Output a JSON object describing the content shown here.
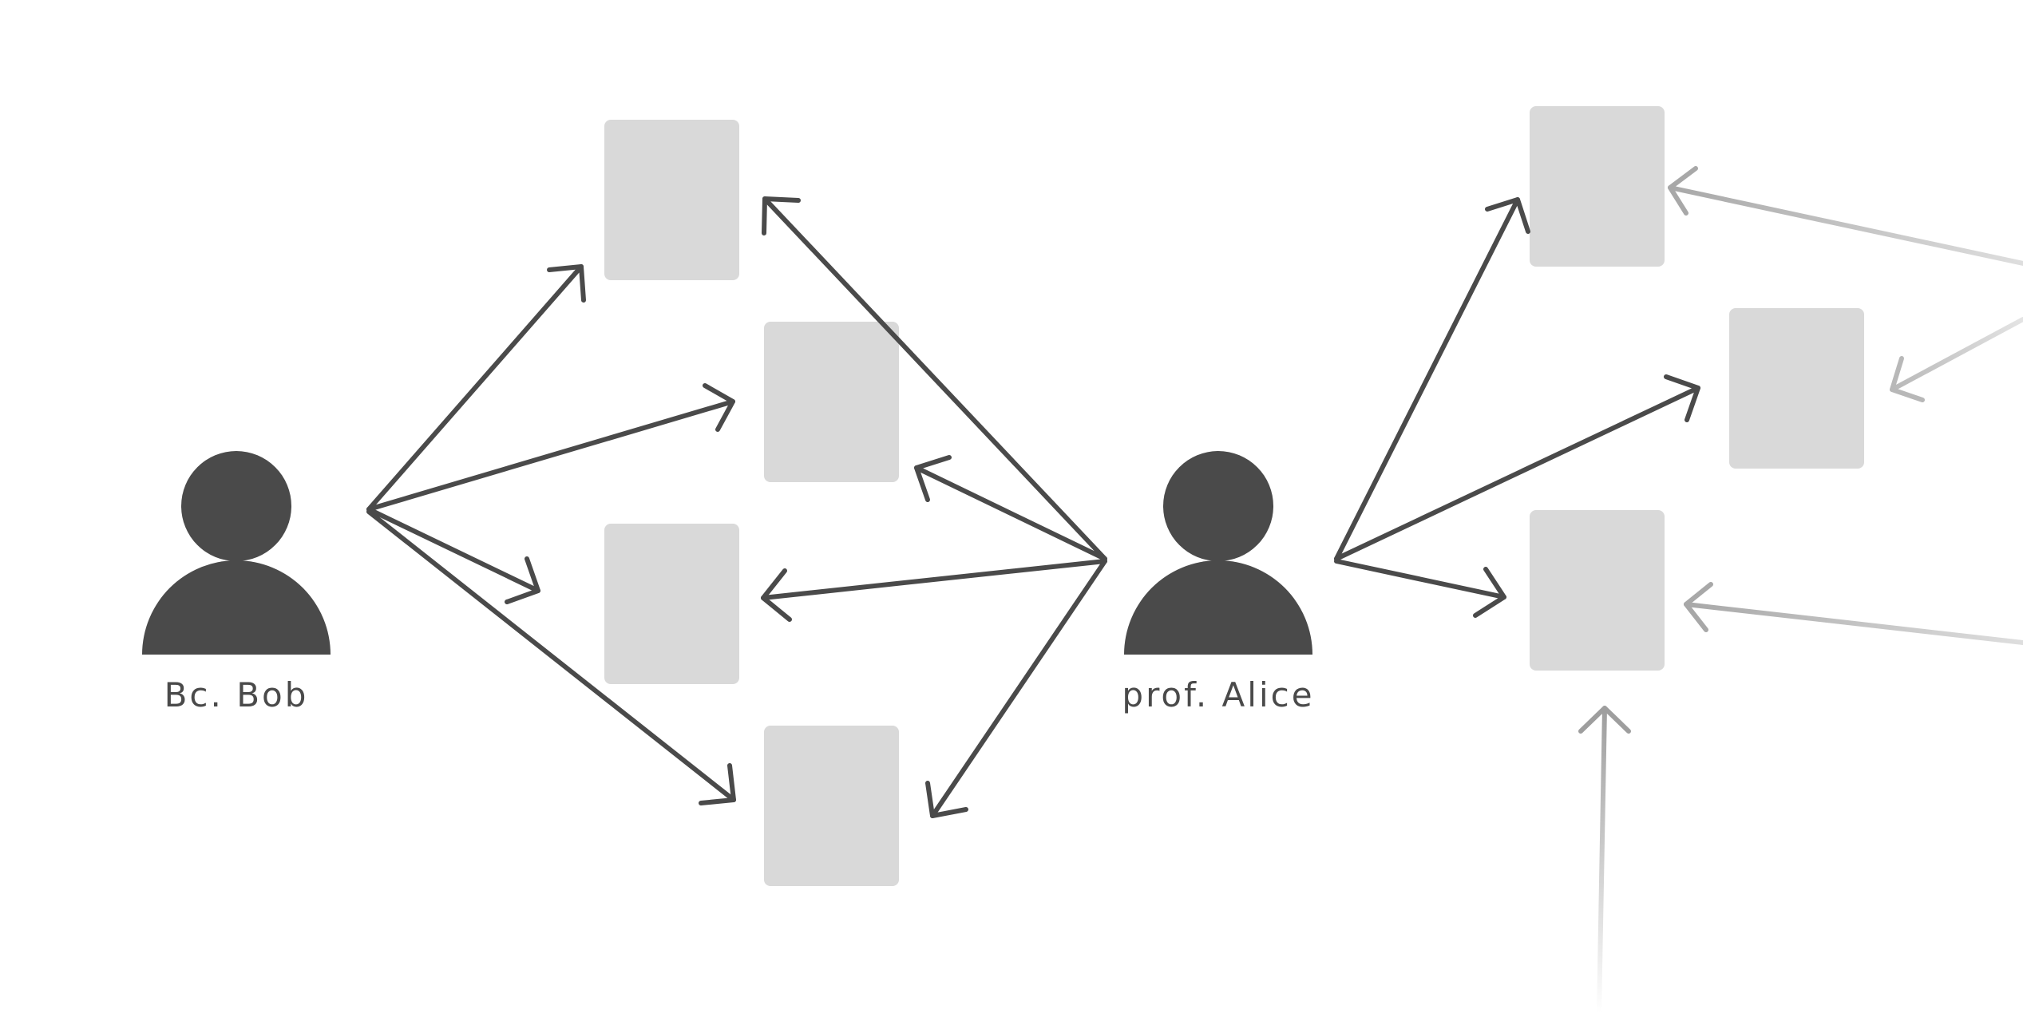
{
  "people": [
    {
      "id": "bob",
      "label": "Bc. Bob"
    },
    {
      "id": "alice",
      "label": "prof. Alice"
    }
  ],
  "documents": [
    {
      "id": "doc-1"
    },
    {
      "id": "doc-2"
    },
    {
      "id": "doc-3"
    },
    {
      "id": "doc-4"
    },
    {
      "id": "doc-5"
    },
    {
      "id": "doc-6"
    },
    {
      "id": "doc-7"
    }
  ],
  "links": [
    {
      "from": "bob",
      "to": "doc-1"
    },
    {
      "from": "bob",
      "to": "doc-2"
    },
    {
      "from": "bob",
      "to": "doc-3"
    },
    {
      "from": "bob",
      "to": "doc-4"
    },
    {
      "from": "alice",
      "to": "doc-1"
    },
    {
      "from": "alice",
      "to": "doc-2"
    },
    {
      "from": "alice",
      "to": "doc-3"
    },
    {
      "from": "alice",
      "to": "doc-4"
    },
    {
      "from": "alice",
      "to": "doc-5"
    },
    {
      "from": "alice",
      "to": "doc-6"
    },
    {
      "from": "alice",
      "to": "doc-7"
    },
    {
      "from": "offscreen",
      "to": "doc-5"
    },
    {
      "from": "offscreen",
      "to": "doc-6"
    },
    {
      "from": "offscreen",
      "to": "doc-7"
    },
    {
      "from": "offscreen",
      "to": "doc-7"
    }
  ],
  "colors": {
    "person": "#4a4a4a",
    "document": "#d9d9d9",
    "edge": "#4a4a4a",
    "faded_edge": "#a8a8a8",
    "background": "#ffffff"
  }
}
